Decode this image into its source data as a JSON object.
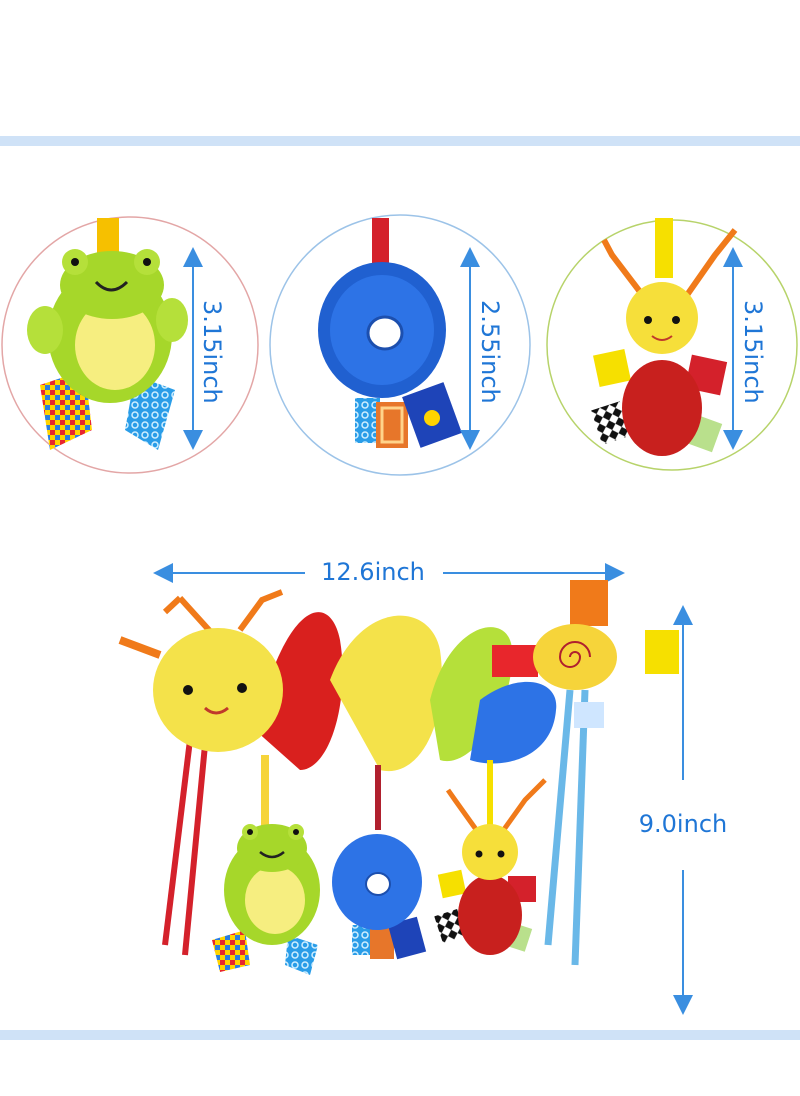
{
  "colors": {
    "band": "#cfe2f7",
    "dimension_text": "#1f76d6",
    "circle_frog": "#e3a6a6",
    "circle_donut": "#9cc3e8",
    "circle_bee": "#b7d36a"
  },
  "dimensions": {
    "frog_height": "3.15inch",
    "donut_height": "2.55inch",
    "bee_height": "3.15inch",
    "total_width": "12.6inch",
    "total_height": "9.0inch"
  },
  "icons": [
    "frog-toy-icon",
    "donut-toy-icon",
    "bee-toy-icon",
    "caterpillar-spiral-icon"
  ]
}
